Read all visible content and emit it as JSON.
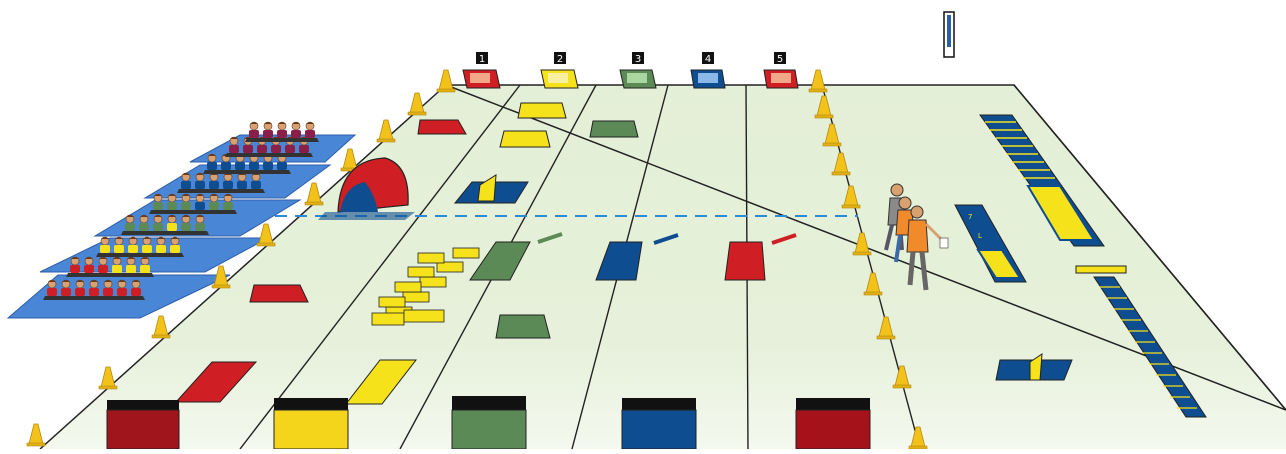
{
  "colors": {
    "floor": "#e3efd6",
    "floor_edge": "#f4f8ee",
    "mat": "#4a86d6",
    "team1": "#cf1e24",
    "team2": "#f6e21a",
    "team3": "#5b8a57",
    "team4": "#0e4d8f",
    "team5": "#c8161e",
    "cone": "#f2c21a",
    "dashed_line": "#2b8ad8"
  },
  "lanes": [
    {
      "number": "1",
      "color": "#cf1e24",
      "vault_top": "#111111",
      "vault_body": "#a0141b"
    },
    {
      "number": "2",
      "color": "#f6e21a",
      "vault_top": "#111111",
      "vault_body": "#f4d51c"
    },
    {
      "number": "3",
      "color": "#5b8a57",
      "vault_top": "#111111",
      "vault_body": "#5b8a57"
    },
    {
      "number": "4",
      "color": "#0e4d8f",
      "vault_top": "#111111",
      "vault_body": "#0e4d8f"
    },
    {
      "number": "5",
      "color": "#c8161e",
      "vault_top": "#111111",
      "vault_body": "#a5121a"
    }
  ],
  "icons": [
    "traffic-cone-icon",
    "seated-children-group",
    "standing-coaches-group",
    "wall-thermometer-icon"
  ]
}
